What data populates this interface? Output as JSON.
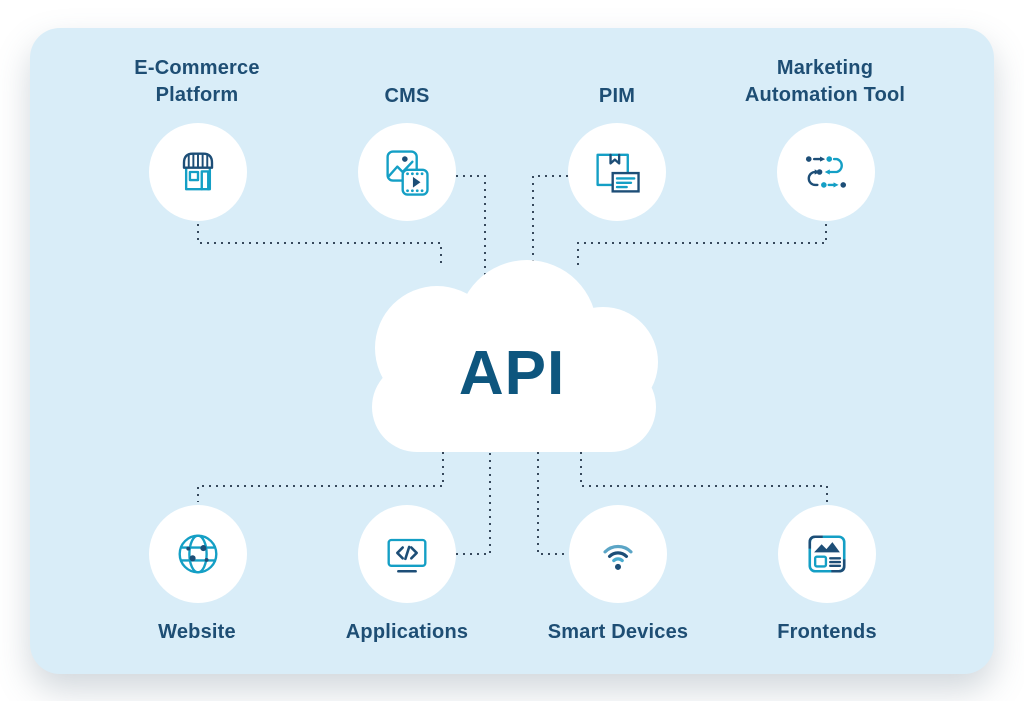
{
  "diagram": {
    "center": {
      "label": "API",
      "shape": "cloud"
    },
    "top_nodes": [
      {
        "label": "E-Commerce Platform",
        "icon": "storefront-icon"
      },
      {
        "label": "CMS",
        "icon": "media-photo-video-icon"
      },
      {
        "label": "PIM",
        "icon": "package-label-icon"
      },
      {
        "label": "Marketing Automation Tool",
        "icon": "workflow-arrows-icon"
      }
    ],
    "bottom_nodes": [
      {
        "label": "Website",
        "icon": "globe-icon"
      },
      {
        "label": "Applications",
        "icon": "code-window-icon"
      },
      {
        "label": "Smart Devices",
        "icon": "wifi-icon"
      },
      {
        "label": "Frontends",
        "icon": "ui-layout-icon"
      }
    ],
    "colors": {
      "card_bg": "#d9edf8",
      "node_bg": "#ffffff",
      "label_text": "#1e4e74",
      "api_text": "#0e567e",
      "icon_cyan": "#149fc5",
      "icon_dark_blue": "#1d4e77",
      "wifi_mid_blue": "#5ba5c6",
      "connector_dots": "#36495c"
    }
  }
}
